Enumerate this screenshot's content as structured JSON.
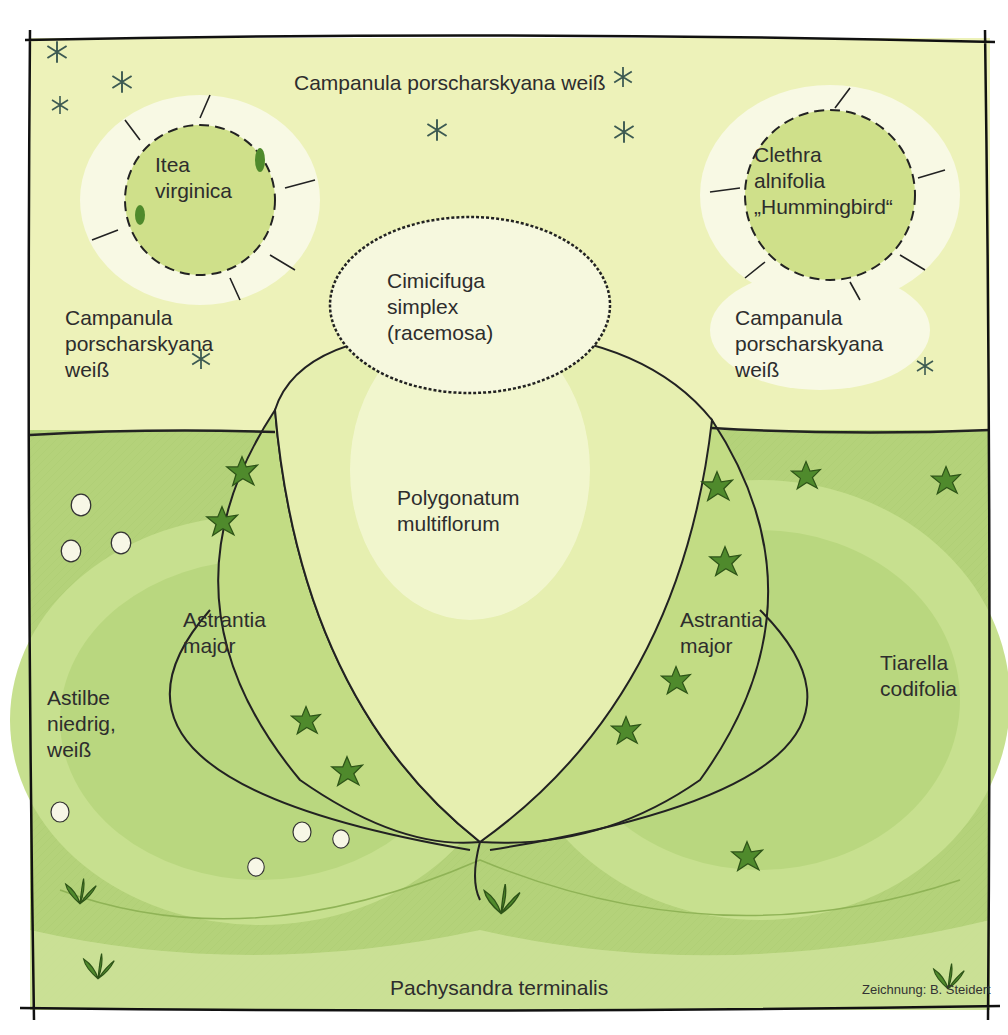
{
  "diagram": {
    "nodes": [
      {
        "text": [
          "Campanula porscharskyana weiß"
        ]
      },
      {
        "text": [
          "Itea virginica"
        ]
      },
      {
        "text": [
          "Clethra alnifolia „Hummingbird“"
        ]
      },
      {
        "text": [
          "Cimicifuga simplex (racemosa)"
        ]
      },
      {
        "text": [
          "Campanula porscharskyana weiß"
        ]
      },
      {
        "text": [
          "Campanula porscharskyana weiß"
        ]
      },
      {
        "text": [
          "Polygonatum multiflorum"
        ]
      },
      {
        "text": [
          "Astrantia major"
        ]
      },
      {
        "text": [
          "Astrantia major"
        ]
      },
      {
        "text": [
          "Astilbe niedrig, weiß"
        ]
      },
      {
        "text": [
          "Tiarella codifolia"
        ]
      },
      {
        "text": [
          "Pachysandra terminalis"
        ]
      }
    ],
    "labels": [
      "Zeichnung: B. Steidert"
    ]
  }
}
